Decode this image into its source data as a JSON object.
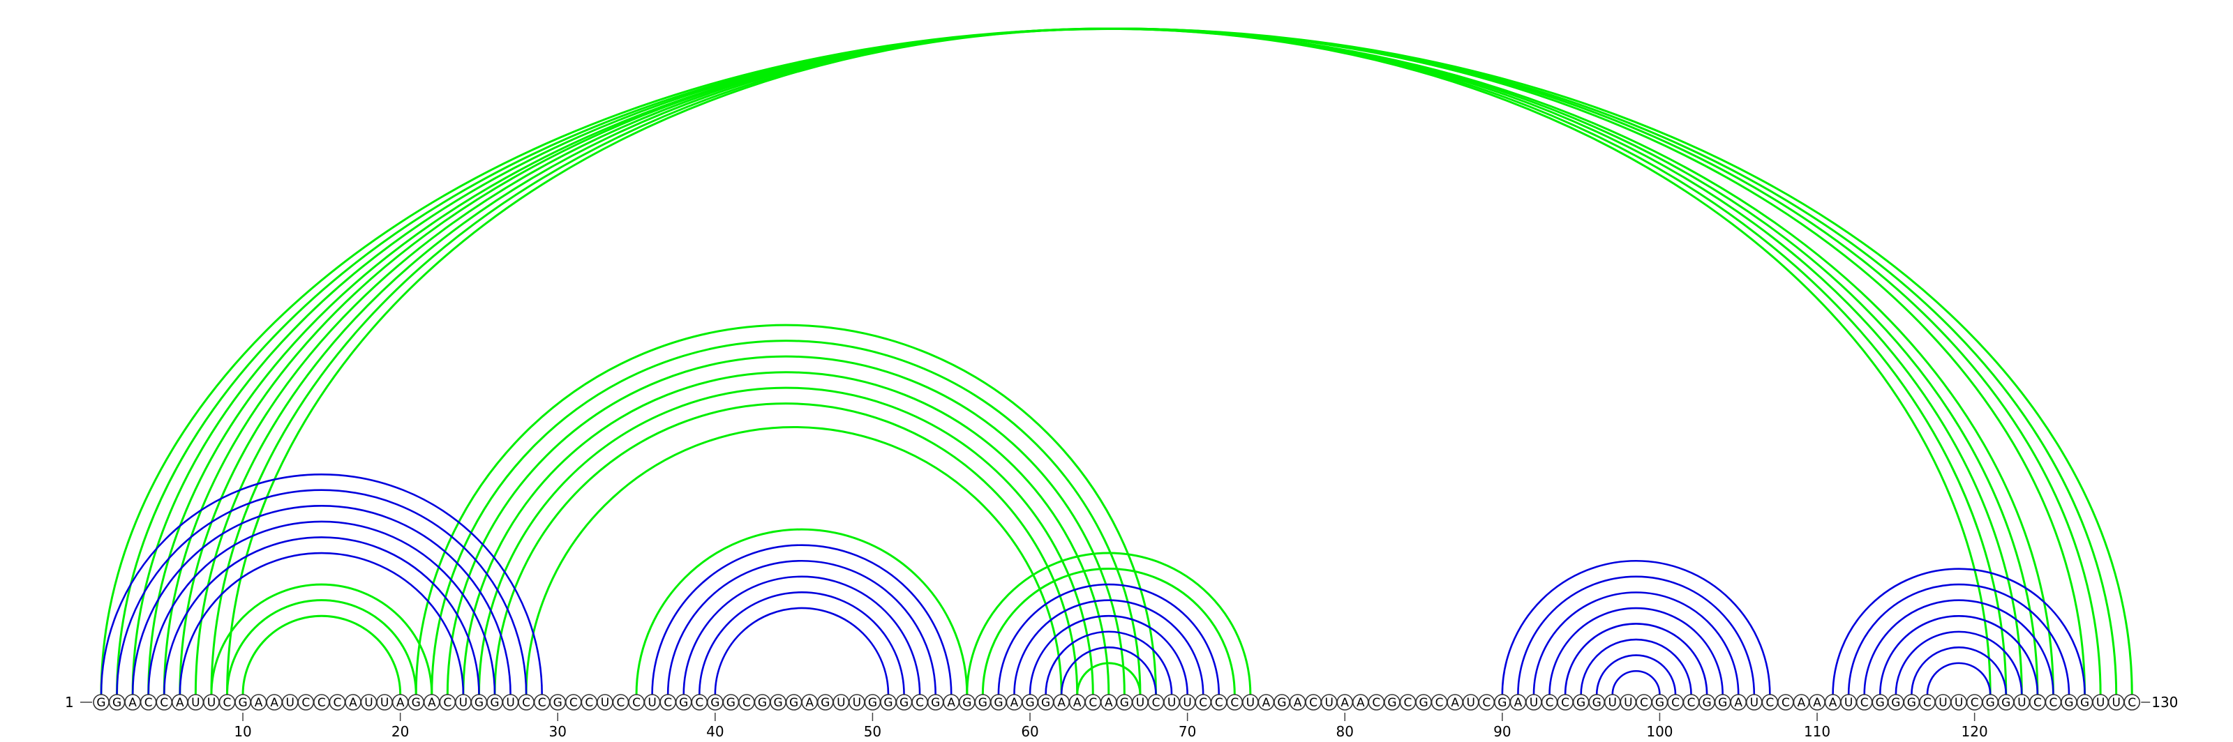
{
  "sequence": "GGACCAUUCGAAUCCCAUUAGACUGGUCCGCCUCCUCGCGGCGGGAGUUGGGCGAGGGAGGAACAGUCUUCCCUAGACUAACGCGCAUCGAUCCGGUUCGCCGGAUCCAAAUCGGGCUUCGGUCCGGUUC",
  "start_label": "1",
  "end_label": "130",
  "tick_labels": [
    "10",
    "20",
    "30",
    "40",
    "50",
    "60",
    "70",
    "80",
    "90",
    "100",
    "110",
    "120"
  ],
  "colors": {
    "predicted_arc": "#00ee00",
    "reference_arc": "#0000dd",
    "nucleotide_outline": "#333333"
  },
  "arcs": [
    {
      "i": 1,
      "j": 130,
      "color": "predicted"
    },
    {
      "i": 2,
      "j": 129,
      "color": "predicted"
    },
    {
      "i": 3,
      "j": 128,
      "color": "predicted"
    },
    {
      "i": 4,
      "j": 127,
      "color": "predicted"
    },
    {
      "i": 5,
      "j": 125,
      "color": "predicted"
    },
    {
      "i": 6,
      "j": 124,
      "color": "predicted"
    },
    {
      "i": 7,
      "j": 123,
      "color": "predicted"
    },
    {
      "i": 8,
      "j": 122,
      "color": "predicted"
    },
    {
      "i": 9,
      "j": 121,
      "color": "predicted"
    },
    {
      "i": 1,
      "j": 29,
      "color": "reference"
    },
    {
      "i": 2,
      "j": 28,
      "color": "reference"
    },
    {
      "i": 3,
      "j": 27,
      "color": "reference"
    },
    {
      "i": 4,
      "j": 26,
      "color": "reference"
    },
    {
      "i": 5,
      "j": 25,
      "color": "reference"
    },
    {
      "i": 6,
      "j": 24,
      "color": "reference"
    },
    {
      "i": 8,
      "j": 22,
      "color": "predicted"
    },
    {
      "i": 9,
      "j": 21,
      "color": "predicted"
    },
    {
      "i": 10,
      "j": 20,
      "color": "predicted"
    },
    {
      "i": 21,
      "j": 68,
      "color": "predicted"
    },
    {
      "i": 22,
      "j": 67,
      "color": "predicted"
    },
    {
      "i": 23,
      "j": 66,
      "color": "predicted"
    },
    {
      "i": 24,
      "j": 65,
      "color": "predicted"
    },
    {
      "i": 25,
      "j": 64,
      "color": "predicted"
    },
    {
      "i": 26,
      "j": 63,
      "color": "predicted"
    },
    {
      "i": 28,
      "j": 62,
      "color": "predicted"
    },
    {
      "i": 35,
      "j": 56,
      "color": "predicted"
    },
    {
      "i": 36,
      "j": 55,
      "color": "reference"
    },
    {
      "i": 37,
      "j": 54,
      "color": "reference"
    },
    {
      "i": 38,
      "j": 53,
      "color": "reference"
    },
    {
      "i": 39,
      "j": 52,
      "color": "reference"
    },
    {
      "i": 40,
      "j": 51,
      "color": "reference"
    },
    {
      "i": 56,
      "j": 74,
      "color": "predicted"
    },
    {
      "i": 57,
      "j": 73,
      "color": "predicted"
    },
    {
      "i": 58,
      "j": 72,
      "color": "reference"
    },
    {
      "i": 59,
      "j": 71,
      "color": "reference"
    },
    {
      "i": 60,
      "j": 70,
      "color": "reference"
    },
    {
      "i": 61,
      "j": 69,
      "color": "reference"
    },
    {
      "i": 62,
      "j": 68,
      "color": "reference"
    },
    {
      "i": 63,
      "j": 67,
      "color": "predicted"
    },
    {
      "i": 90,
      "j": 107,
      "color": "reference"
    },
    {
      "i": 91,
      "j": 106,
      "color": "reference"
    },
    {
      "i": 92,
      "j": 105,
      "color": "reference"
    },
    {
      "i": 93,
      "j": 104,
      "color": "reference"
    },
    {
      "i": 94,
      "j": 103,
      "color": "reference"
    },
    {
      "i": 95,
      "j": 102,
      "color": "reference"
    },
    {
      "i": 96,
      "j": 101,
      "color": "reference"
    },
    {
      "i": 97,
      "j": 100,
      "color": "reference"
    },
    {
      "i": 111,
      "j": 127,
      "color": "reference"
    },
    {
      "i": 112,
      "j": 126,
      "color": "reference"
    },
    {
      "i": 113,
      "j": 125,
      "color": "reference"
    },
    {
      "i": 114,
      "j": 124,
      "color": "reference"
    },
    {
      "i": 115,
      "j": 123,
      "color": "reference"
    },
    {
      "i": 116,
      "j": 122,
      "color": "reference"
    },
    {
      "i": 117,
      "j": 121,
      "color": "reference"
    }
  ]
}
